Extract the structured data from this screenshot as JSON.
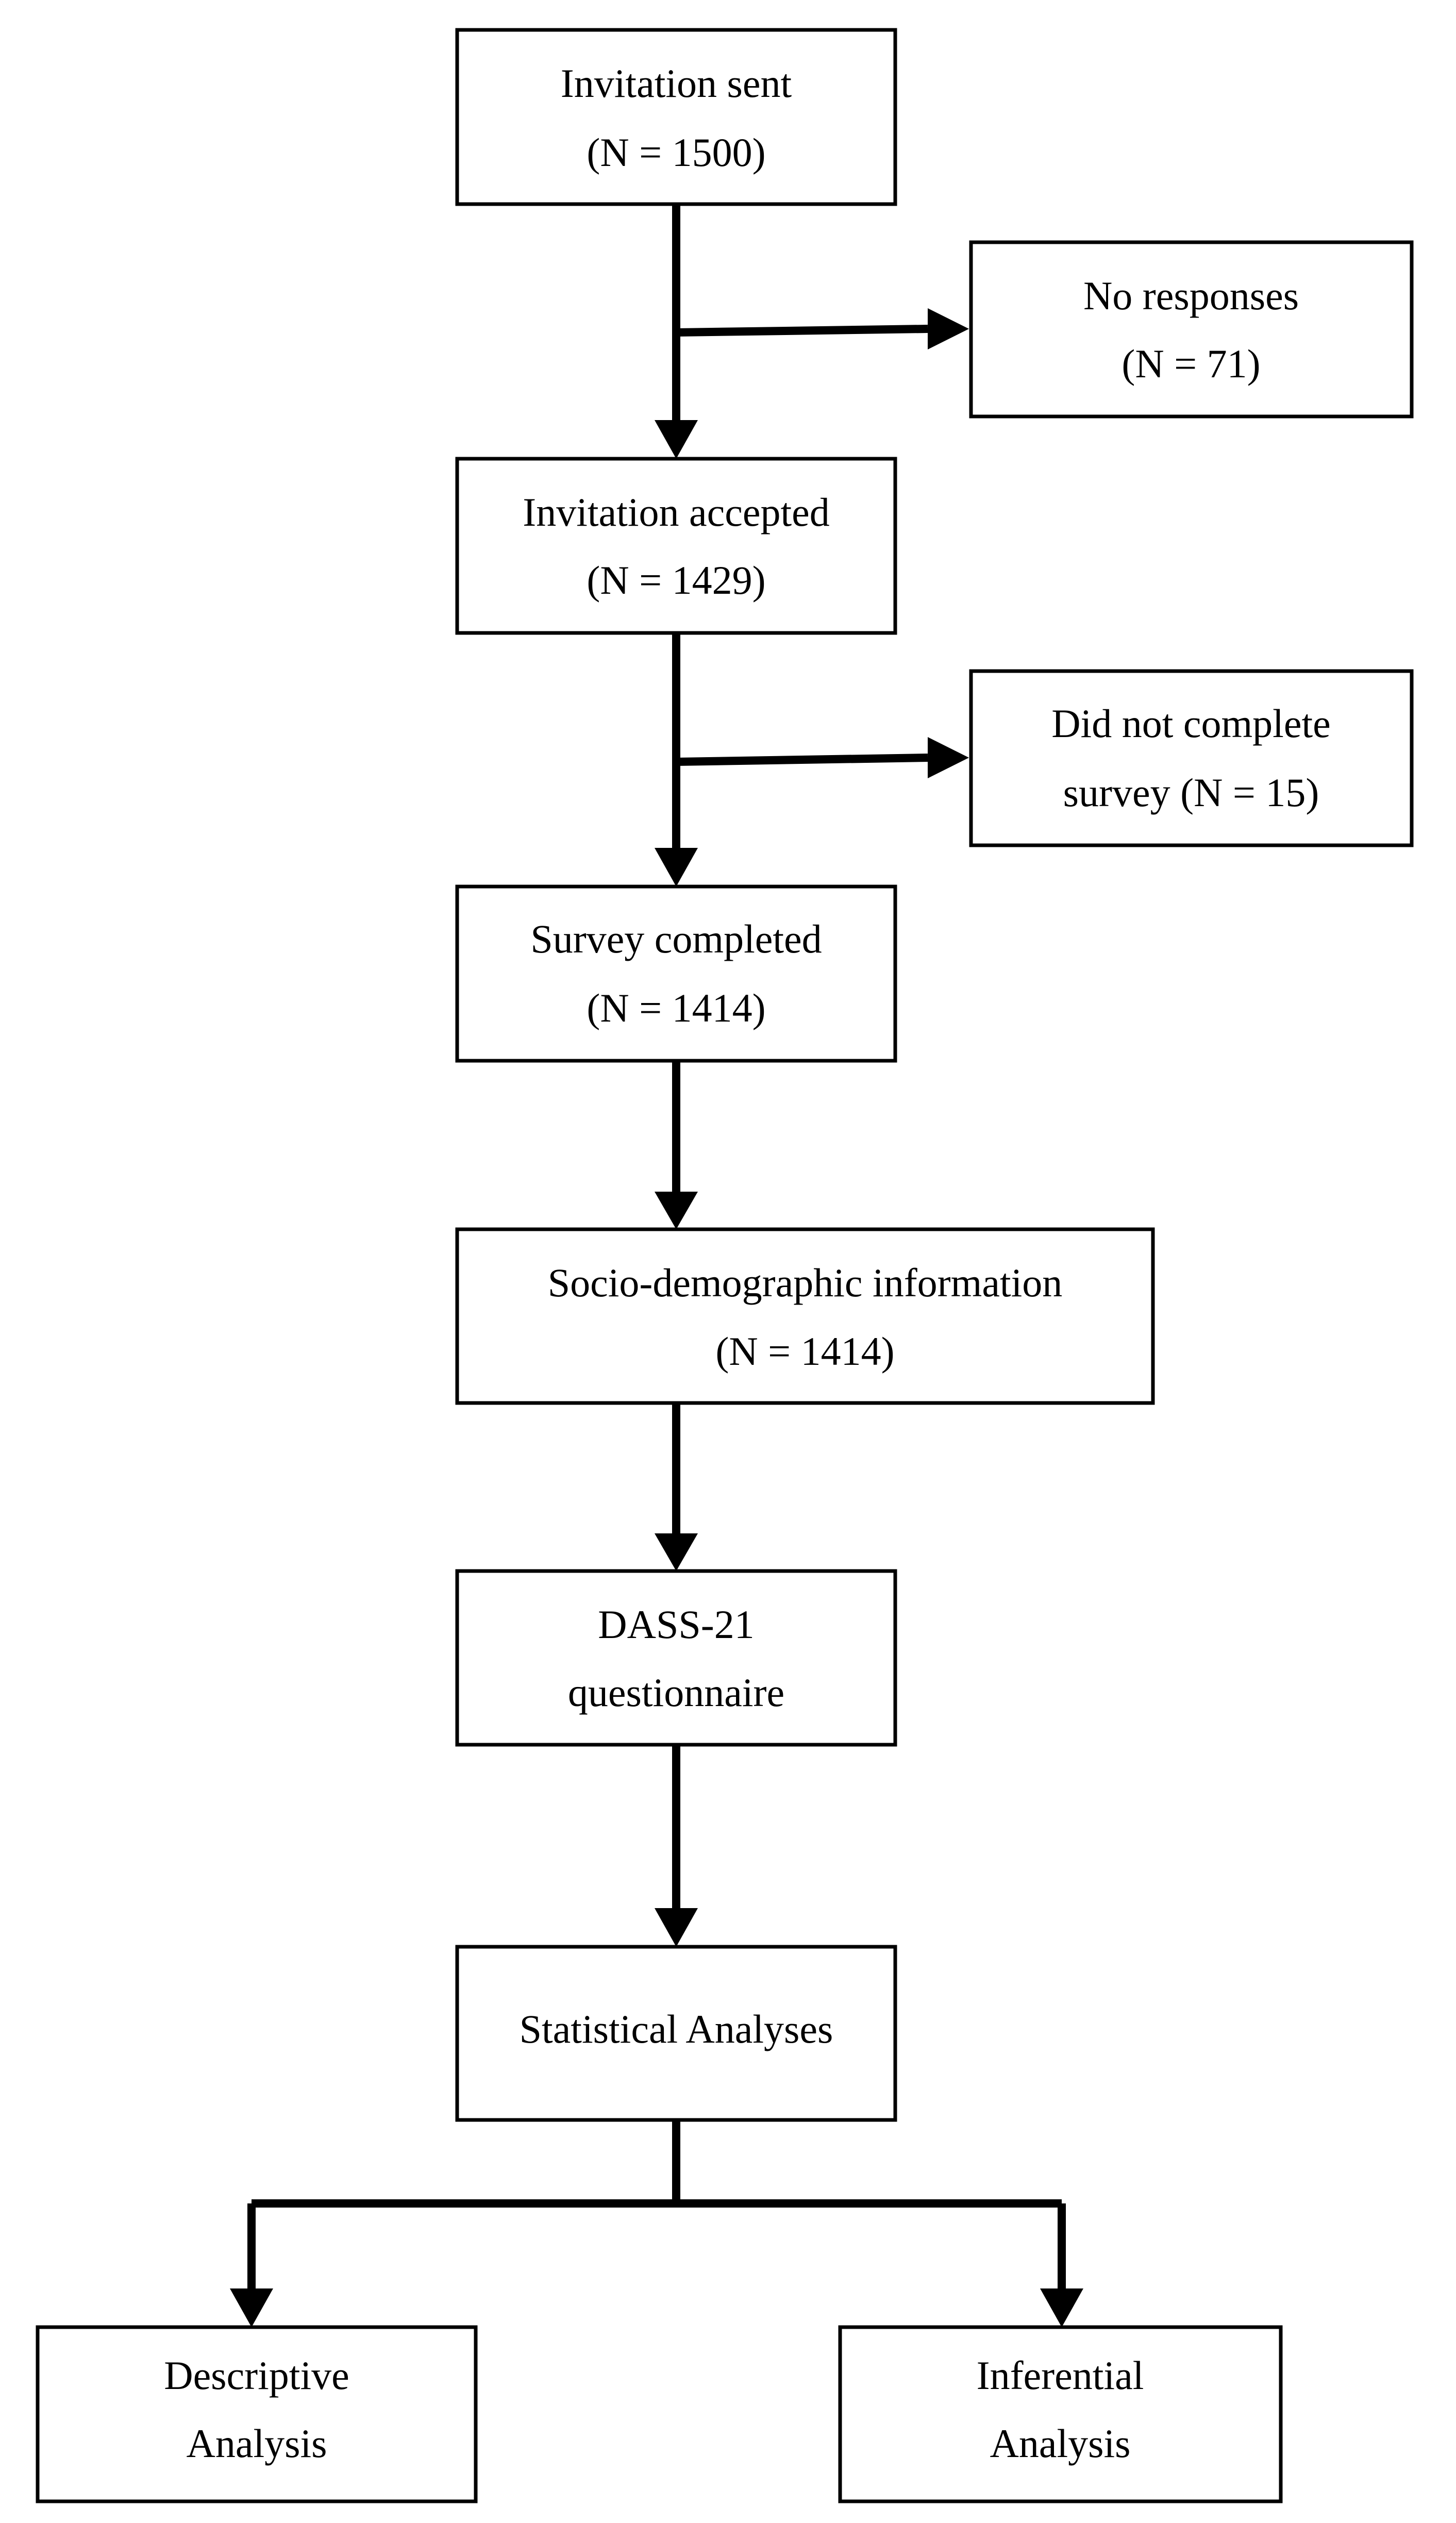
{
  "boxes": {
    "invitation_sent": {
      "line1": "Invitation sent",
      "line2": "(N = 1500)"
    },
    "no_responses": {
      "line1": "No responses",
      "line2": "(N = 71)"
    },
    "invitation_accepted": {
      "line1": "Invitation accepted",
      "line2": "(N = 1429)"
    },
    "did_not_complete": {
      "line1": "Did not complete",
      "line2": "survey (N = 15)"
    },
    "survey_completed": {
      "line1": "Survey completed",
      "line2": "(N = 1414)"
    },
    "socio_demographic": {
      "line1": "Socio-demographic information",
      "line2": "(N = 1414)"
    },
    "dass21": {
      "line1": "DASS-21",
      "line2": "questionnaire"
    },
    "statistical_analyses": {
      "line1": "Statistical Analyses"
    },
    "descriptive": {
      "line1": "Descriptive",
      "line2": "Analysis"
    },
    "inferential": {
      "line1": "Inferential",
      "line2": "Analysis"
    }
  }
}
